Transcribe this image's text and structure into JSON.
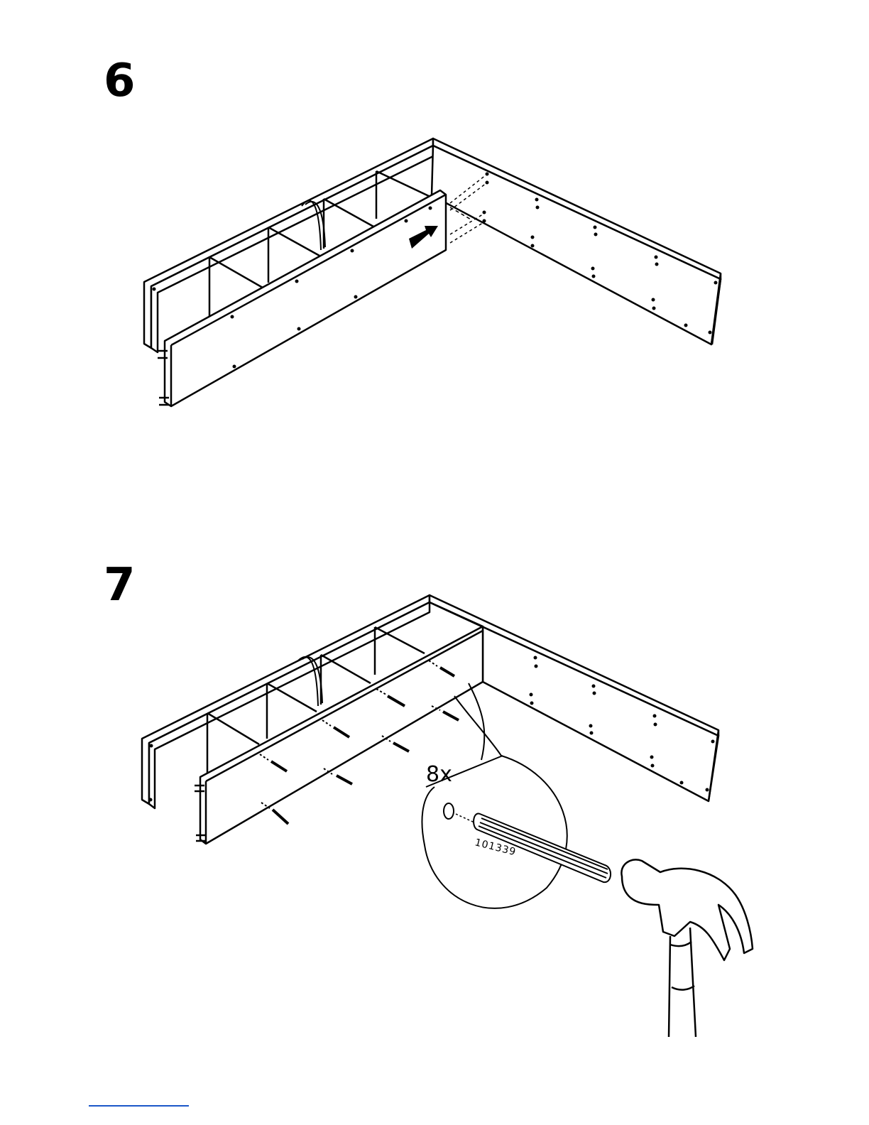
{
  "steps": [
    {
      "number": "6"
    },
    {
      "number": "7"
    }
  ],
  "step7": {
    "quantity": "8x",
    "part_number": "101339"
  },
  "colors": {
    "line": "#000000",
    "paper": "#ffffff",
    "footer_rule": "#1a56c8"
  },
  "icons": {
    "arrow": "push-arrow-icon",
    "dowel": "dowel-icon",
    "hammer": "hammer-icon"
  }
}
